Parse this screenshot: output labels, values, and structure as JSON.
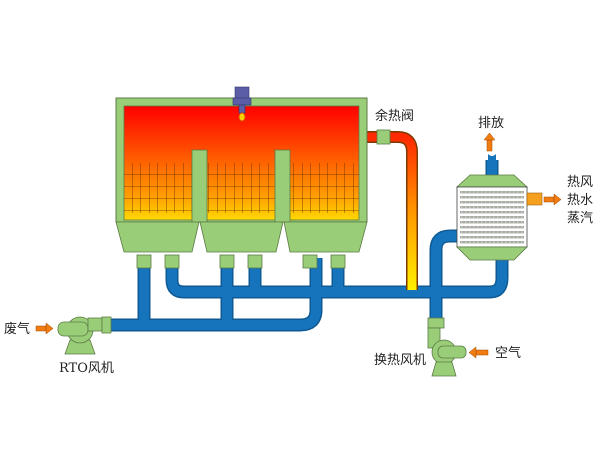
{
  "diagram": {
    "title": "RTO waste heat recovery process",
    "labels": {
      "waste_gas": "废气",
      "rto_fan": "RTO风机",
      "waste_heat_valve": "余热阀",
      "discharge": "排放",
      "output_line1": "热风",
      "output_line2": "热水",
      "output_line3": "蒸汽",
      "air": "空气",
      "heat_exchange_fan": "换热风机"
    },
    "colors": {
      "equipment_green": "#9acd78",
      "pipe_blue": "#1574bc",
      "burner_purple": "#5b5ea6",
      "hot_red": "#ff0000",
      "warm_yellow": "#ffe000",
      "arrow_orange": "#f07c12"
    }
  }
}
